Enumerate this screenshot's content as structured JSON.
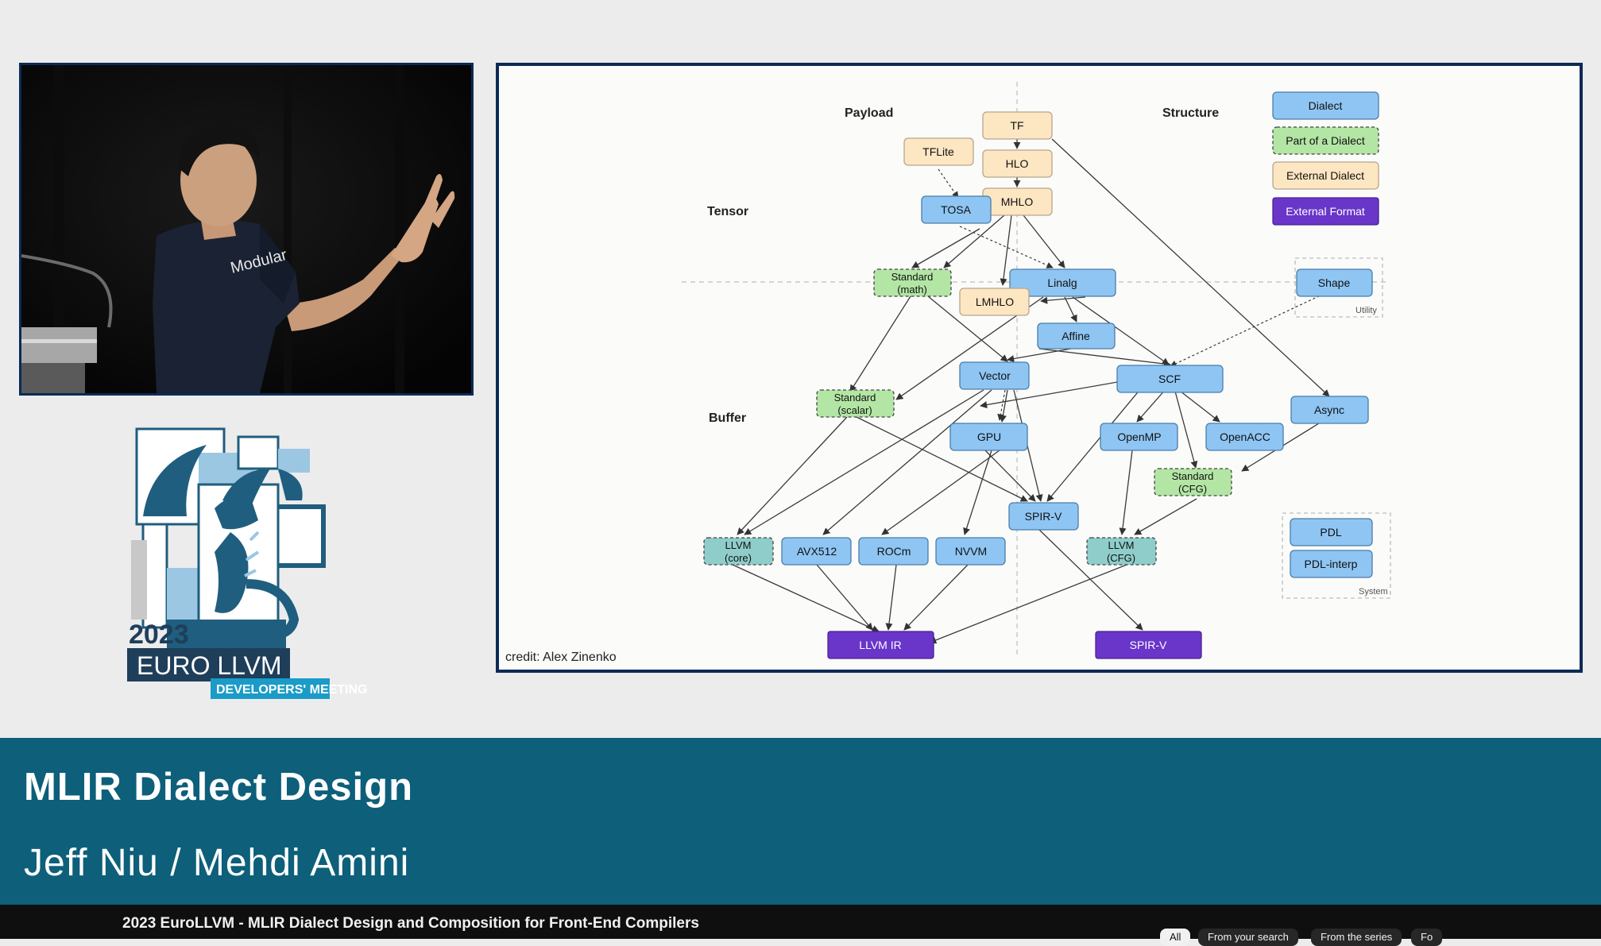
{
  "diagram": {
    "column_labels": {
      "payload": "Payload",
      "structure": "Structure"
    },
    "row_labels": {
      "tensor": "Tensor",
      "buffer": "Buffer"
    },
    "nodes": {
      "tf": "TF",
      "tflite": "TFLite",
      "hlo": "HLO",
      "mhlo": "MHLO",
      "tosa": "TOSA",
      "std_math_1": "Standard",
      "std_math_2": "(math)",
      "linalg": "Linalg",
      "lmhlo": "LMHLO",
      "shape": "Shape",
      "affine": "Affine",
      "vector": "Vector",
      "scf": "SCF",
      "std_scalar_1": "Standard",
      "std_scalar_2": "(scalar)",
      "gpu": "GPU",
      "openmp": "OpenMP",
      "openacc": "OpenACC",
      "async": "Async",
      "std_cfg_1": "Standard",
      "std_cfg_2": "(CFG)",
      "spirv": "SPIR-V",
      "llvm_core_1": "LLVM",
      "llvm_core_2": "(core)",
      "avx512": "AVX512",
      "rocm": "ROCm",
      "nvvm": "NVVM",
      "llvm_cfg_1": "LLVM",
      "llvm_cfg_2": "(CFG)",
      "pdl": "PDL",
      "pdl_interp": "PDL-interp",
      "llvm_ir": "LLVM IR",
      "spirv_out": "SPIR-V"
    },
    "legend": {
      "dialect": "Dialect",
      "part_of_dialect": "Part of a Dialect",
      "external_dialect": "External Dialect",
      "external_format": "External Format"
    },
    "group_labels": {
      "utility": "Utility",
      "system": "System"
    },
    "credit": "credit: Alex Zinenko",
    "colors": {
      "dialect": "#8ec5f3",
      "part_of_dialect": "#b3e6a4",
      "external_dialect": "#fde6c2",
      "external_format": "#6a35c9",
      "llvm_teal": "#8ecdca",
      "banner": "#0d5f7a"
    }
  },
  "logo": {
    "year": "2023",
    "name": "EURO LLVM",
    "sub": "DEVELOPERS' MEETING"
  },
  "video": {
    "shirt_text": "Modular"
  },
  "banner": {
    "title": "MLIR Dialect Design",
    "authors": "Jeff Niu / Mehdi Amini"
  },
  "bottom_bar": {
    "video_title": "2023 EuroLLVM - MLIR Dialect Design and Composition for Front-End Compilers",
    "chips": [
      "All",
      "From your search",
      "From the series",
      "Fo"
    ]
  }
}
